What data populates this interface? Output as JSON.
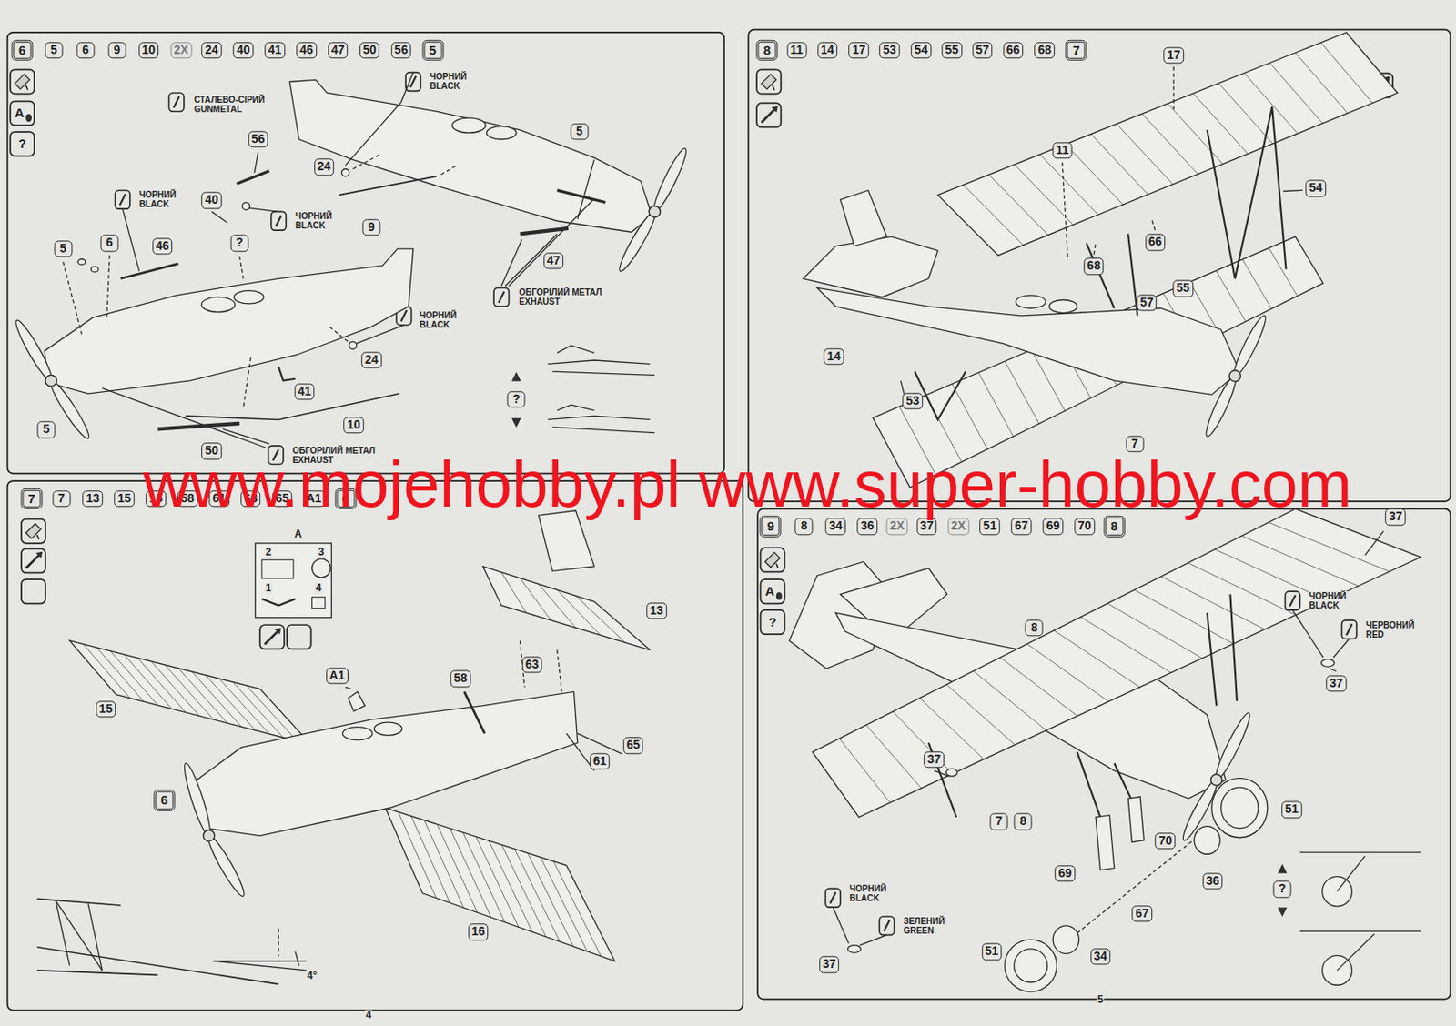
{
  "diagram": {
    "labels": [
      "6",
      "5",
      "6",
      "9",
      "10",
      "2X",
      "24",
      "40",
      "41",
      "46",
      "47",
      "50",
      "56",
      "5",
      "A",
      "?",
      "СТАЛЕВО-СІРИЙ GUNMETAL",
      "ЧОРНИЙ BLACK",
      "56",
      "5",
      "24",
      "ЧОРНИЙ BLACK",
      "40",
      "ЧОРНИЙ BLACK",
      "9",
      "?",
      "5",
      "6",
      "46",
      "47",
      "ОБГОРІЛИЙ МЕТАЛ EXHAUST",
      "ЧОРНИЙ BLACK",
      "24",
      "41",
      "?",
      "10",
      "5",
      "50",
      "ОБГОРІЛИЙ МЕТАЛ EXHAUST",
      "8",
      "11",
      "14",
      "17",
      "53",
      "54",
      "55",
      "57",
      "66",
      "68",
      "7",
      "17",
      "11",
      "54",
      "66",
      "68",
      "55",
      "57",
      "14",
      "53",
      "7",
      "7",
      "7",
      "13",
      "15",
      "16",
      "58",
      "61",
      "63",
      "65",
      "A1",
      "6",
      "A",
      "2",
      "3",
      "1",
      "4",
      "A1",
      "58",
      "63",
      "13",
      "15",
      "6",
      "65",
      "61",
      "16",
      "4°",
      "4",
      "9",
      "8",
      "34",
      "36",
      "2X",
      "37",
      "2X",
      "51",
      "67",
      "69",
      "70",
      "8",
      "A",
      "?",
      "37",
      "ЧОРНИЙ BLACK",
      "ЧЕРВОНИЙ RED",
      "37",
      "8",
      "37",
      "7",
      "8",
      "51",
      "70",
      "69",
      "36",
      "?",
      "ЧОРНИЙ BLACK",
      "67",
      "ЗЕЛЕНИЙ GREEN",
      "51",
      "34",
      "37",
      "5",
      "www.mojehobby.pl www.super-hobby.com"
    ]
  }
}
